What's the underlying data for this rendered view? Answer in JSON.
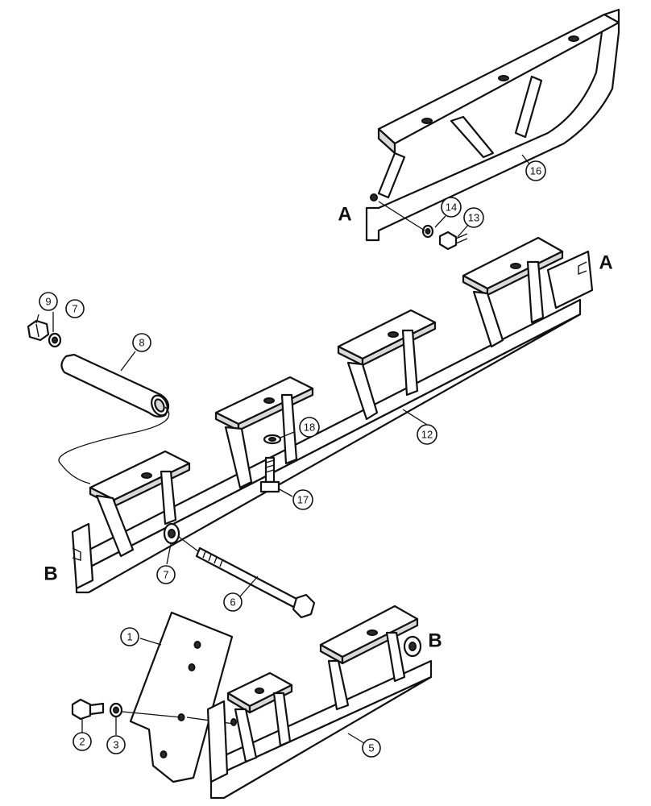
{
  "callouts": {
    "c1": "1",
    "c2": "2",
    "c3": "3",
    "c5": "5",
    "c6": "6",
    "c7a": "7",
    "c7b": "7",
    "c8": "8",
    "c9": "9",
    "c12": "12",
    "c13": "13",
    "c14": "14",
    "c16": "16",
    "c17": "17",
    "c18": "18"
  },
  "ref_letters": {
    "a_upper": "A",
    "a_right": "A",
    "b_left": "B",
    "b_right": "B"
  }
}
